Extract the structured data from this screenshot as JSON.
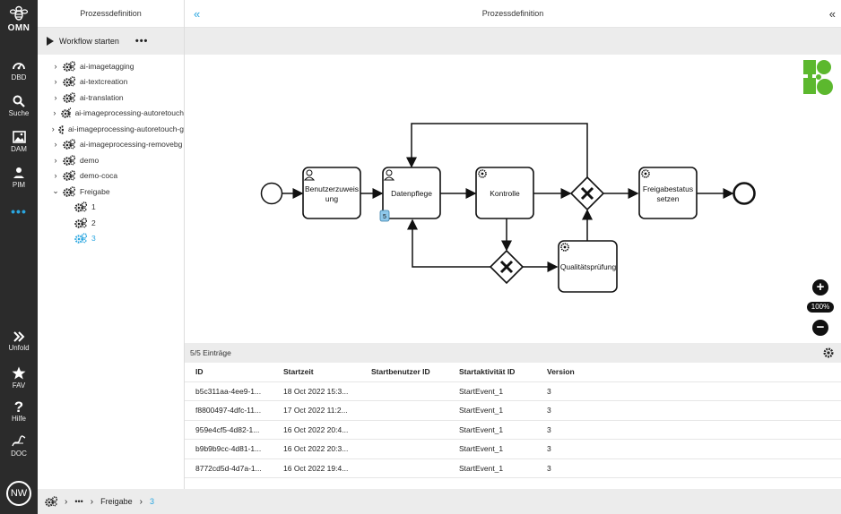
{
  "rail": {
    "brand": "OMN",
    "items": [
      {
        "label": "DBD",
        "icon": "dashboard-icon"
      },
      {
        "label": "Suche",
        "icon": "search-icon"
      },
      {
        "label": "DAM",
        "icon": "image-icon"
      },
      {
        "label": "PIM",
        "icon": "pim-icon"
      },
      {
        "label": "•••",
        "icon": "more-icon"
      }
    ],
    "bottom_items": [
      {
        "label": "Unfold",
        "icon": "unfold-icon"
      },
      {
        "label": "FAV",
        "icon": "star-icon"
      },
      {
        "label": "Hilfe",
        "icon": "help-icon"
      },
      {
        "label": "DOC",
        "icon": "doc-icon"
      }
    ],
    "avatar": "NW"
  },
  "tree_panel": {
    "title": "Prozessdefinition",
    "start_button": "Workflow starten",
    "more_button": "•••",
    "items": [
      {
        "label": "ai-imagetagging",
        "chev": "›"
      },
      {
        "label": "ai-textcreation",
        "chev": "›"
      },
      {
        "label": "ai-translation",
        "chev": "›"
      },
      {
        "label": "ai-imageprocessing-autoretouch",
        "chev": "›"
      },
      {
        "label": "ai-imageprocessing-autoretouch-g",
        "chev": "›"
      },
      {
        "label": "ai-imageprocessing-removebg",
        "chev": "›"
      },
      {
        "label": "demo",
        "chev": "›"
      },
      {
        "label": "demo-coca",
        "chev": "›"
      },
      {
        "label": "Freigabe",
        "chev": "⌄"
      }
    ],
    "children": [
      {
        "label": "1"
      },
      {
        "label": "2"
      },
      {
        "label": "3"
      }
    ]
  },
  "main": {
    "title": "Prozessdefinition",
    "collapse_left": "«",
    "collapse_right": "«"
  },
  "diagram": {
    "tasks": {
      "benutzer": "Benutzerzuweis",
      "benutzer2": "ung",
      "datenpflege": "Datenpflege",
      "kontrolle": "Kontrolle",
      "freigabe1": "Freigabestatus",
      "freigabe2": "setzen",
      "qualitaet": "Qualitätsprüfung"
    },
    "badge": "5",
    "zoom_in": "+",
    "zoom_out": "−",
    "zoom_level": "100%"
  },
  "table": {
    "count": "5/5 Einträge",
    "headers": [
      "ID",
      "Startzeit",
      "Startbenutzer ID",
      "Startaktivität ID",
      "Version"
    ],
    "rows": [
      [
        "b5c311aa-4ee9-1...",
        "18 Oct 2022 15:3...",
        "",
        "StartEvent_1",
        "3"
      ],
      [
        "f8800497-4dfc-11...",
        "17 Oct 2022 11:2...",
        "",
        "StartEvent_1",
        "3"
      ],
      [
        "959e4cf5-4d82-1...",
        "16 Oct 2022 20:4...",
        "",
        "StartEvent_1",
        "3"
      ],
      [
        "b9b9b9cc-4d81-1...",
        "16 Oct 2022 20:3...",
        "",
        "StartEvent_1",
        "3"
      ],
      [
        "8772cd5d-4d7a-1...",
        "16 Oct 2022 19:4...",
        "",
        "StartEvent_1",
        "3"
      ]
    ]
  },
  "breadcrumb": {
    "ellipsis": "•••",
    "parent": "Freigabe",
    "current": "3",
    "sep": "›"
  },
  "colors": {
    "rail_bg": "#2b2b2b",
    "accent": "#2aa6e0",
    "puzzle_green": "#5cb82e",
    "badge": "#8ec8ea"
  }
}
